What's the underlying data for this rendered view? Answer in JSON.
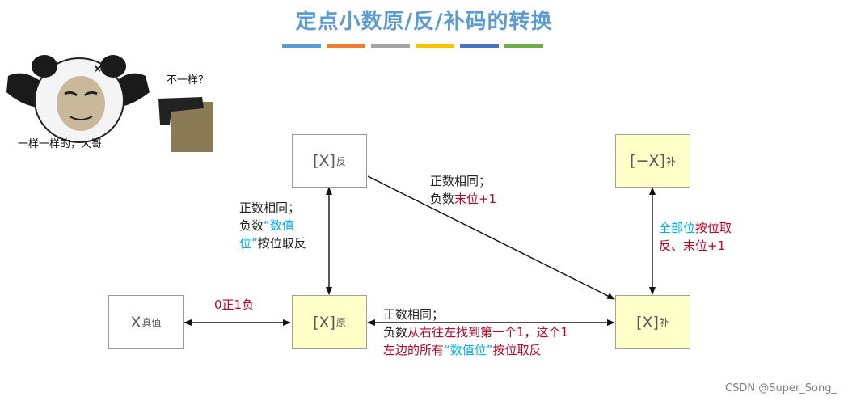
{
  "title": "定点小数原/反/补码的转换",
  "title_bar_colors": [
    "#5b9bd5",
    "#ed7d31",
    "#a5a5a5",
    "#ffc000",
    "#4472c4",
    "#70ad47"
  ],
  "boxes": {
    "true_value": {
      "main": "X",
      "sub": "真值"
    },
    "ones_complement": {
      "main": "[X]",
      "sub": "反"
    },
    "sign_magnitude": {
      "main": "[X]",
      "sub": "原"
    },
    "twos_complement": {
      "main": "[X]",
      "sub": "补"
    },
    "neg_twos_complement": {
      "main": "[−X]",
      "sub": "补"
    }
  },
  "labels": {
    "sign_rule": "0正1负",
    "orig_to_ones": {
      "line1": "正数相同；",
      "line2_prefix": "负数",
      "line2_highlight": "“数值",
      "line3_highlight": "位”",
      "line3_suffix": "按位取反"
    },
    "ones_to_twos": {
      "line1": "正数相同；",
      "line2_prefix": "负数",
      "line2_highlight": "末位+1"
    },
    "twos_to_neg": {
      "line1_highlight": "全部位",
      "line1_suffix": "按位取",
      "line2": "反、末位+1"
    },
    "orig_to_twos": {
      "line1": "正数相同；",
      "line2_prefix": "负数",
      "line2_highlight": "从右往左找到第一个1，这个1",
      "line3_prefix": "左边的所有",
      "line3_highlight": "“数值位”",
      "line3_suffix": "按位取反"
    }
  },
  "meme": {
    "left_caption": "一样一样的，大哥",
    "right_caption": "不一样？"
  },
  "watermark": "CSDN @Super_Song_"
}
